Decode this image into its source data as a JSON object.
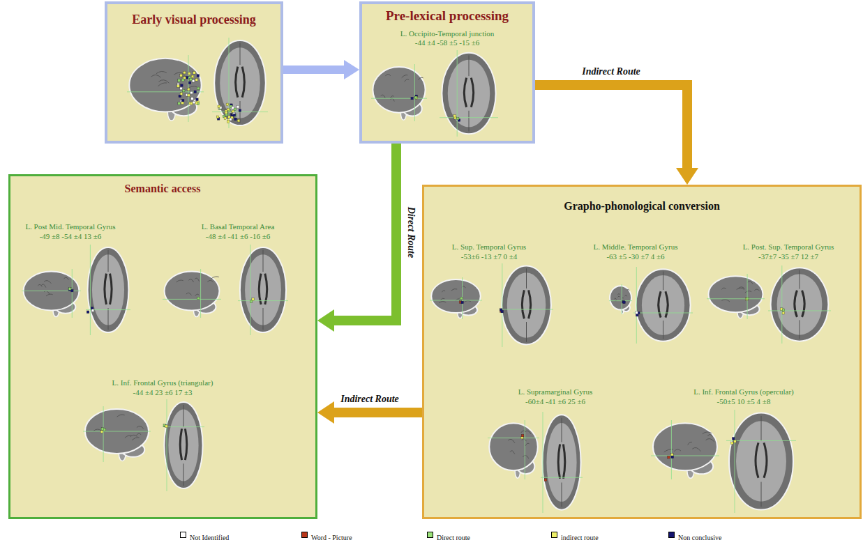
{
  "diagram": {
    "nodes": [
      {
        "text": [
          "Early visual processing"
        ]
      },
      {
        "text": [
          "Pre-lexical processing",
          "L. Occipito-Temporal junction",
          "-44 ±4 -58 ±5 -15 ±6"
        ]
      },
      {
        "text": [
          "Semantic access",
          "L. Post Mid. Temporal Gyrus",
          "-49 ±8 -54 ±4 13 ±6",
          "L. Basal Temporal Area",
          "-48 ±4 -41 ±6 -16 ±6",
          "L. Inf. Frontal Gyrus (triangular)",
          "-44 ±4 23 ±6 17 ±3"
        ]
      },
      {
        "text": [
          "Grapho-phonological conversion",
          "L. Sup. Temporal Gyrus",
          "-53±6 -13 ±7 0 ±4",
          "L. Middle. Temporal Gyrus",
          "-63 ±5 -30 ±7 4 ±6",
          "L. Post. Sup. Temporal Gyrus",
          "-37±7 -35 ±7 12 ±7",
          "L. Supramarginal Gyrus",
          "-60±4 -41 ±6 25 ±6",
          "L. Inf. Frontal Gyrus (opercular)",
          "-50±5 10 ±5 4 ±8"
        ]
      }
    ],
    "edges": [
      {
        "from": 0,
        "to": 1,
        "arrow": "to"
      },
      {
        "from": 1,
        "to": 3,
        "label": "Indirect Route",
        "arrow": "to"
      },
      {
        "from": 1,
        "to": 2,
        "label": "Direct Route",
        "arrow": "to"
      },
      {
        "from": 3,
        "to": 2,
        "label": "Indirect Route",
        "arrow": "to"
      }
    ],
    "legend": [
      {
        "text": "Not Identified",
        "color": "#ffffff"
      },
      {
        "text": "Word - Picture",
        "color": "#b8361a"
      },
      {
        "text": "Direct route",
        "color": "#9be27a"
      },
      {
        "text": "indirect route",
        "color": "#eef06a"
      },
      {
        "text": "Non conclusive",
        "color": "#14146e"
      }
    ]
  }
}
